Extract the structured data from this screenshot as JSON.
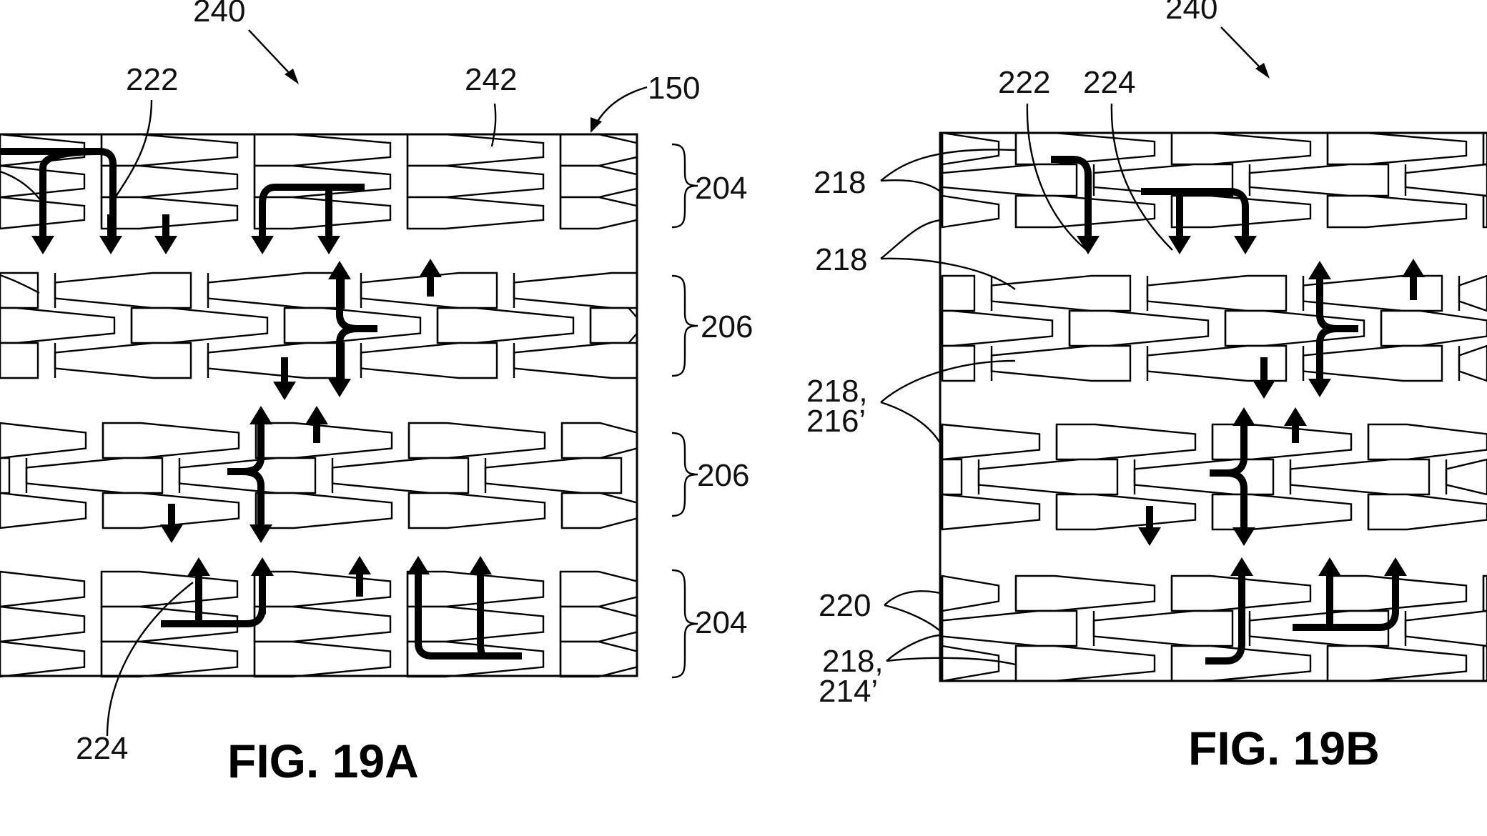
{
  "figures": [
    {
      "id": "fig19a",
      "caption": "FIG. 19A",
      "labels": {
        "assembly": "240",
        "flow_222": "222",
        "brick_242": "242",
        "panel_150": "150",
        "flow_224": "224",
        "course_top": "204",
        "course_mid1": "206",
        "course_mid2": "206",
        "course_bottom": "204"
      }
    },
    {
      "id": "fig19b",
      "caption": "FIG. 19B",
      "labels": {
        "assembly": "240",
        "flow_222": "222",
        "flow_224": "224",
        "ref_218_a": "218",
        "ref_218_b": "218",
        "ref_218_216_line1": "218,",
        "ref_218_216_line2": "216’",
        "ref_220": "220",
        "ref_218_214_line1": "218,",
        "ref_218_214_line2": "214’"
      }
    }
  ],
  "colors": {
    "ink": "#000000",
    "paper": "#ffffff"
  }
}
